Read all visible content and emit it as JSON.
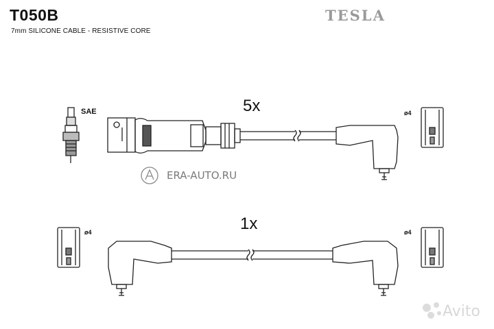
{
  "header": {
    "part_code": "T050B",
    "description": "7mm SILICONE CABLE - RESISTIVE CORE",
    "brand": "TESLA"
  },
  "diagram": {
    "set_1": {
      "quantity": "5x",
      "plug_label": "SAE",
      "end_diameter": "ø4"
    },
    "set_2": {
      "quantity": "1x",
      "left_diameter": "ø4",
      "right_diameter": "ø4"
    }
  },
  "watermarks": {
    "site": "ERA-AUTO.RU",
    "marketplace": "Avito"
  }
}
